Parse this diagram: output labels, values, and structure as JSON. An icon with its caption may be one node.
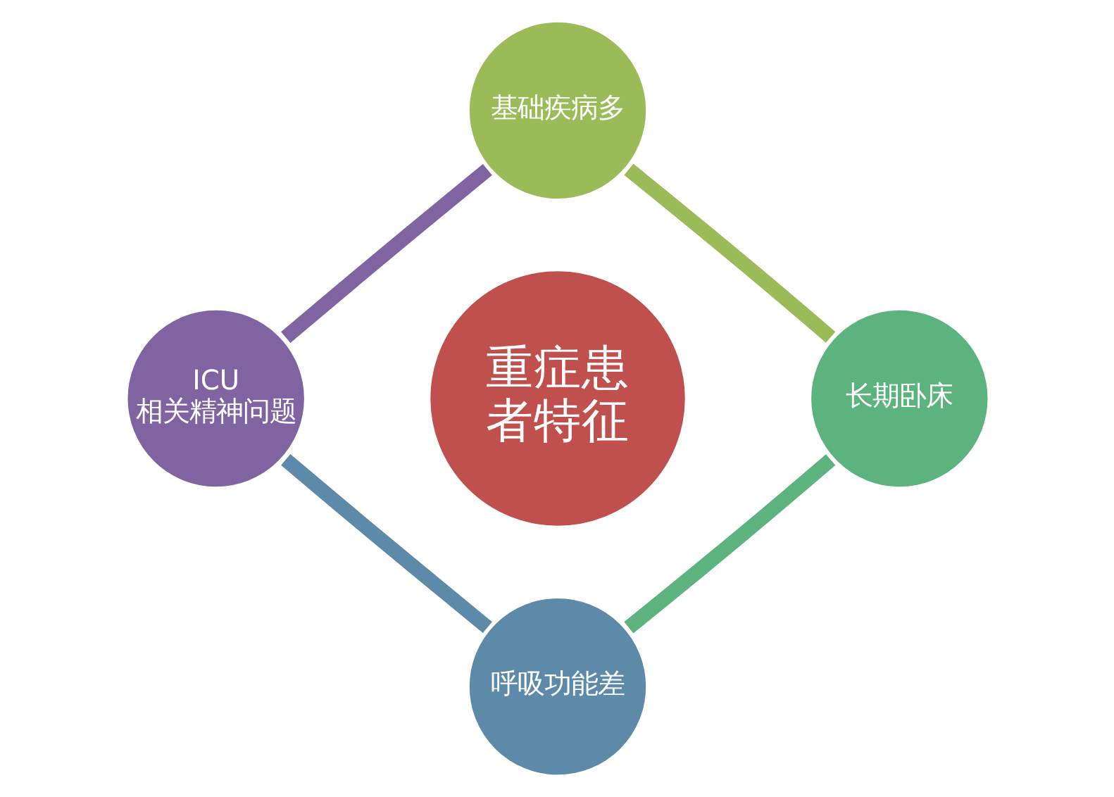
{
  "diagram": {
    "nodes": [
      {
        "text": [
          "重症患者特征"
        ]
      },
      {
        "text": [
          "基础疾病多"
        ]
      },
      {
        "text": [
          "长期卧床"
        ]
      },
      {
        "text": [
          "呼吸功能差"
        ]
      },
      {
        "text": [
          "ICU",
          "相关精神问题"
        ]
      }
    ],
    "edges": [
      {
        "from": 1,
        "to": 2,
        "arrow": "none",
        "color": "#9bbb59"
      },
      {
        "from": 2,
        "to": 3,
        "arrow": "none",
        "color": "#5db37e"
      },
      {
        "from": 3,
        "to": 4,
        "arrow": "none",
        "color": "#5e8aaa"
      },
      {
        "from": 4,
        "to": 1,
        "arrow": "none",
        "color": "#8064a2"
      }
    ]
  }
}
